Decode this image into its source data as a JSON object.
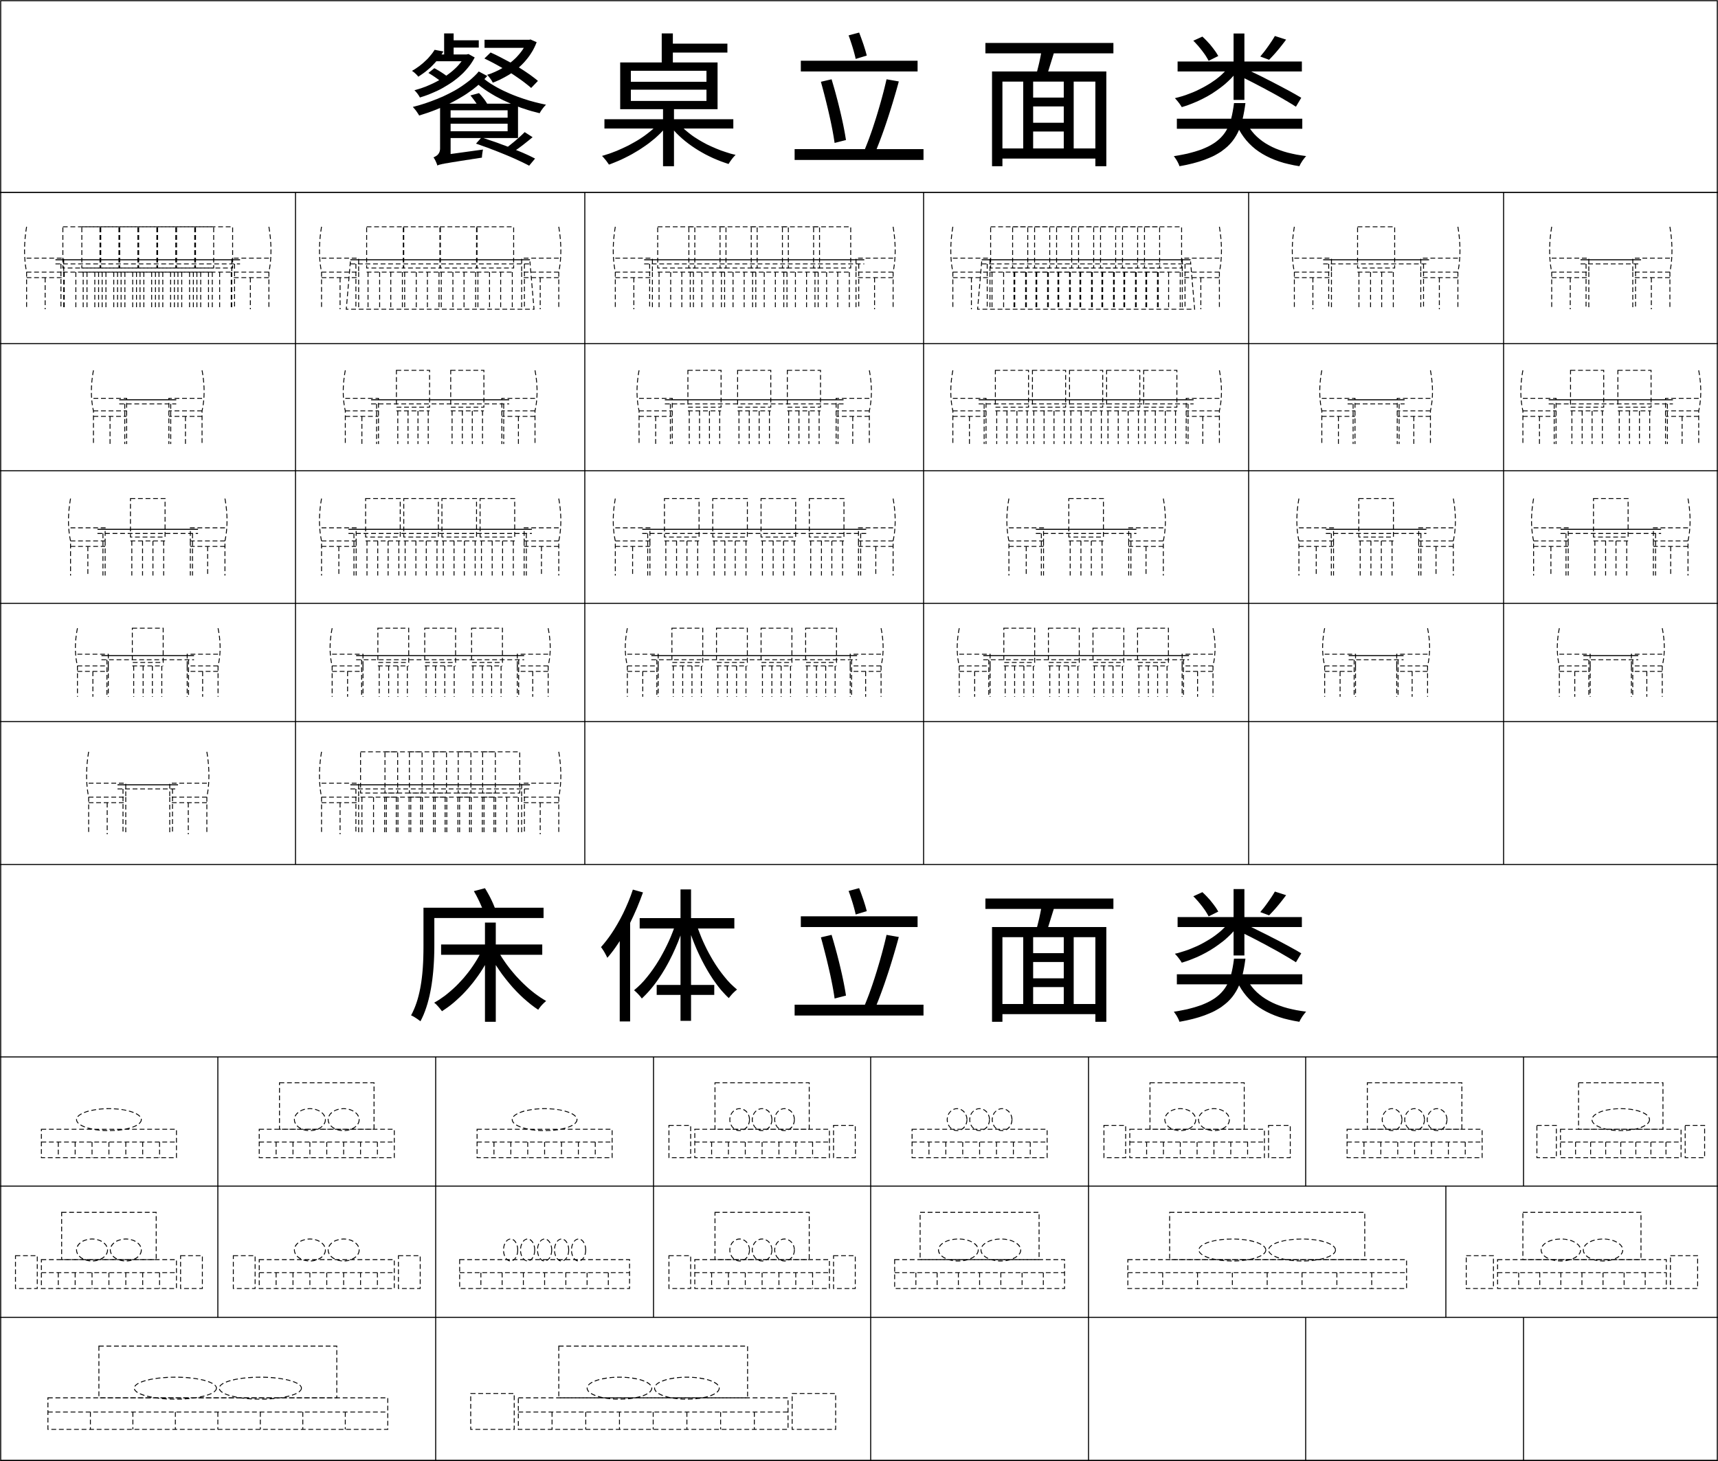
{
  "sections": [
    {
      "title": "餐 桌 立 面 类",
      "category": "dining"
    },
    {
      "title": "床 体 立 面 类",
      "category": "bed"
    }
  ]
}
